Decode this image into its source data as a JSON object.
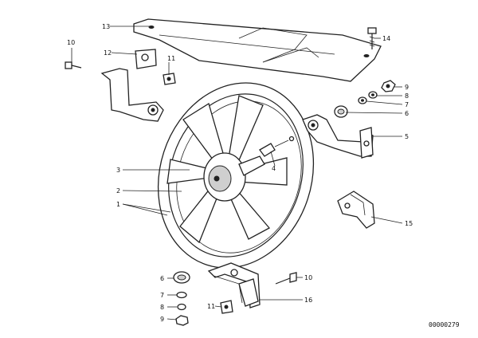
{
  "diagram_code": "00000279",
  "callouts": [
    {
      "text": "13"
    },
    {
      "text": "10"
    },
    {
      "text": "12"
    },
    {
      "text": "11"
    },
    {
      "text": "14"
    },
    {
      "text": "9"
    },
    {
      "text": "8"
    },
    {
      "text": "7"
    },
    {
      "text": "6"
    },
    {
      "text": "5"
    },
    {
      "text": "3"
    },
    {
      "text": "4"
    },
    {
      "text": "2"
    },
    {
      "text": "1"
    },
    {
      "text": "15"
    },
    {
      "text": "6"
    },
    {
      "text": "7"
    },
    {
      "text": "8"
    },
    {
      "text": "9"
    },
    {
      "text": "11"
    },
    {
      "text": "10"
    },
    {
      "text": "16"
    }
  ]
}
